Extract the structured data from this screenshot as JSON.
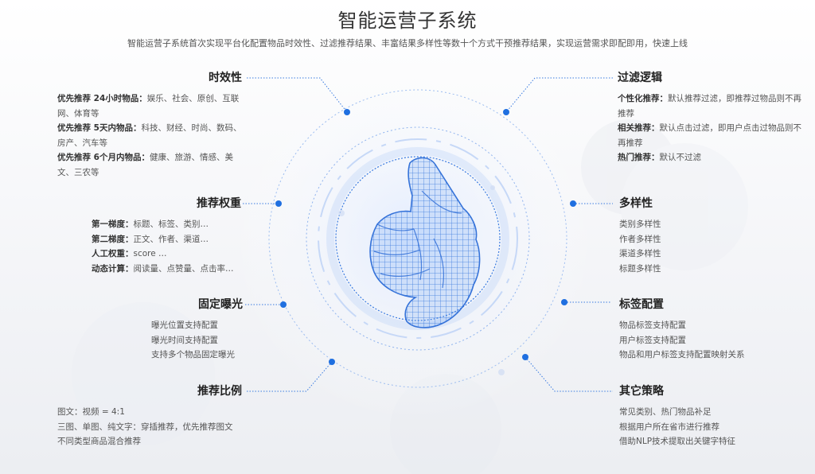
{
  "title": "智能运营子系统",
  "subtitle": "智能运营子系统首次实现平台化配置物品时效性、过滤推荐结果、丰富结果多样性等数十个方式干预推荐结果，实现运营需求即配即用，快速上线",
  "left": {
    "timeliness": {
      "heading": "时效性",
      "items": [
        {
          "k": "优先推荐 24小时物品：",
          "v": "娱乐、社会、原创、互联网、体育等"
        },
        {
          "k": "优先推荐 5天内物品：",
          "v": "科技、财经、时尚、数码、房产、汽车等"
        },
        {
          "k": "优先推荐 6个月内物品：",
          "v": "健康、旅游、情感、美文、三农等"
        }
      ]
    },
    "weight": {
      "heading": "推荐权重",
      "items": [
        {
          "k": "第一梯度：",
          "v": "标题、标签、类别…"
        },
        {
          "k": "第二梯度：",
          "v": "正文、作者、渠道…"
        },
        {
          "k": "人工权重：",
          "v": "score …"
        },
        {
          "k": "动态计算：",
          "v": "阅读量、点赞量、点击率…"
        }
      ]
    },
    "fixed": {
      "heading": "固定曝光",
      "items": [
        "曝光位置支持配置",
        "曝光时间支持配置",
        "支持多个物品固定曝光"
      ]
    },
    "ratio": {
      "heading": "推荐比例",
      "items": [
        "图文：视频 = 4:1",
        "三图、单图、纯文字：穿插推荐，优先推荐图文",
        "不同类型商品混合推荐"
      ]
    }
  },
  "right": {
    "filter": {
      "heading": "过滤逻辑",
      "items": [
        {
          "k": "个性化推荐：",
          "v": "默认推荐过滤，即推荐过物品则不再推荐"
        },
        {
          "k": "相关推荐：",
          "v": "默认点击过滤，即用户点击过物品则不再推荐"
        },
        {
          "k": "热门推荐：",
          "v": "默认不过滤"
        }
      ]
    },
    "diversity": {
      "heading": "多样性",
      "items": [
        "类别多样性",
        "作者多样性",
        "渠道多样性",
        "标题多样性"
      ]
    },
    "tags": {
      "heading": "标签配置",
      "items": [
        "物品标签支持配置",
        "用户标签支持配置",
        "物品和用户标签支持配置映射关系"
      ]
    },
    "other": {
      "heading": "其它策略",
      "items": [
        "常见类别、热门物品补足",
        "根据用户所在省市进行推荐",
        "借助NLP技术提取出关键字特征"
      ]
    }
  },
  "colors": {
    "accent": "#1f6fe0",
    "ring": "#7aa8e8",
    "hand": "#3b7fe0"
  }
}
